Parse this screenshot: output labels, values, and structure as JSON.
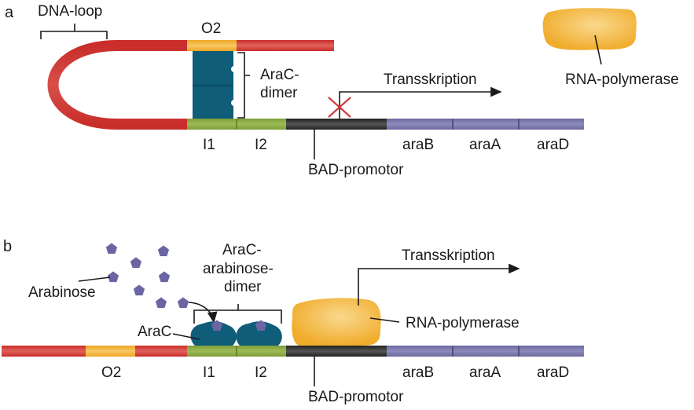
{
  "panel_a": {
    "label": "a",
    "dna_loop": "DNA-loop",
    "o2": "O2",
    "arac_dimer_1": "AraC-",
    "arac_dimer_2": "dimer",
    "transcription": "Transskription",
    "i1": "I1",
    "i2": "I2",
    "bad_promotor": "BAD-promotor",
    "genes": [
      "araB",
      "araA",
      "araD"
    ],
    "rna_polymerase": "RNA-polymerase",
    "transcription_blocked": true
  },
  "panel_b": {
    "label": "b",
    "arabinose": "Arabinose",
    "complex_1": "AraC-",
    "complex_2": "arabinose-",
    "complex_3": "dimer",
    "arac": "AraC",
    "transcription": "Transskription",
    "rna_polymerase": "RNA-polymerase",
    "o2": "O2",
    "i1": "I1",
    "i2": "I2",
    "bad_promotor": "BAD-promotor",
    "genes": [
      "araB",
      "araA",
      "araD"
    ]
  },
  "colors": {
    "dna_red": "#d93a32",
    "o2_orange": "#f2b230",
    "i_green": "#8fae45",
    "promoter_black": "#2b2b2b",
    "gene_purple": "#7a77ab",
    "arac_teal": "#0f5d78",
    "polymerase_yellow": "#f3b43a",
    "arabinose_purple": "#6b65a3",
    "block_x": "#d33a3a"
  }
}
